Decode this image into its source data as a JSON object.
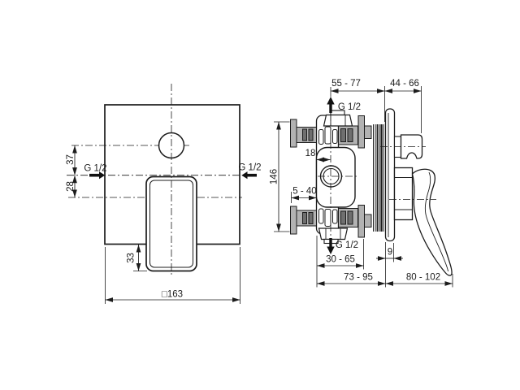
{
  "drawing": {
    "kind": "installation-dimension-drawing",
    "subject": "concealed single-lever bath-shower mixer, front view and side section",
    "line_color": "#1c1c1c",
    "pipe_gray": "#b2b2b2",
    "hatch_gray": "#6f6f6f",
    "background": "#ffffff"
  },
  "front_view": {
    "inlet_left_label": "G 1/2",
    "inlet_right_label": "G 1/2",
    "dim_knob_to_inlet": "37",
    "dim_inlet_to_lever": "28",
    "dim_lever_overhang": "33",
    "dim_plate_size": "□163"
  },
  "side_view": {
    "dim_body_to_wall": "55 - 77",
    "dim_knob_projection": "44 - 66",
    "outlet_top_label": "G 1/2",
    "outlet_bottom_label": "G 1/2",
    "dim_center_offset": "18",
    "dim_body_height": "146",
    "dim_mount_depth_range": "5 - 40",
    "dim_body_depth_range": "30 - 65",
    "dim_escutcheon_thickness": "9",
    "dim_total_recess_depth": "73 - 95",
    "dim_handle_projection": "80 - 102"
  }
}
